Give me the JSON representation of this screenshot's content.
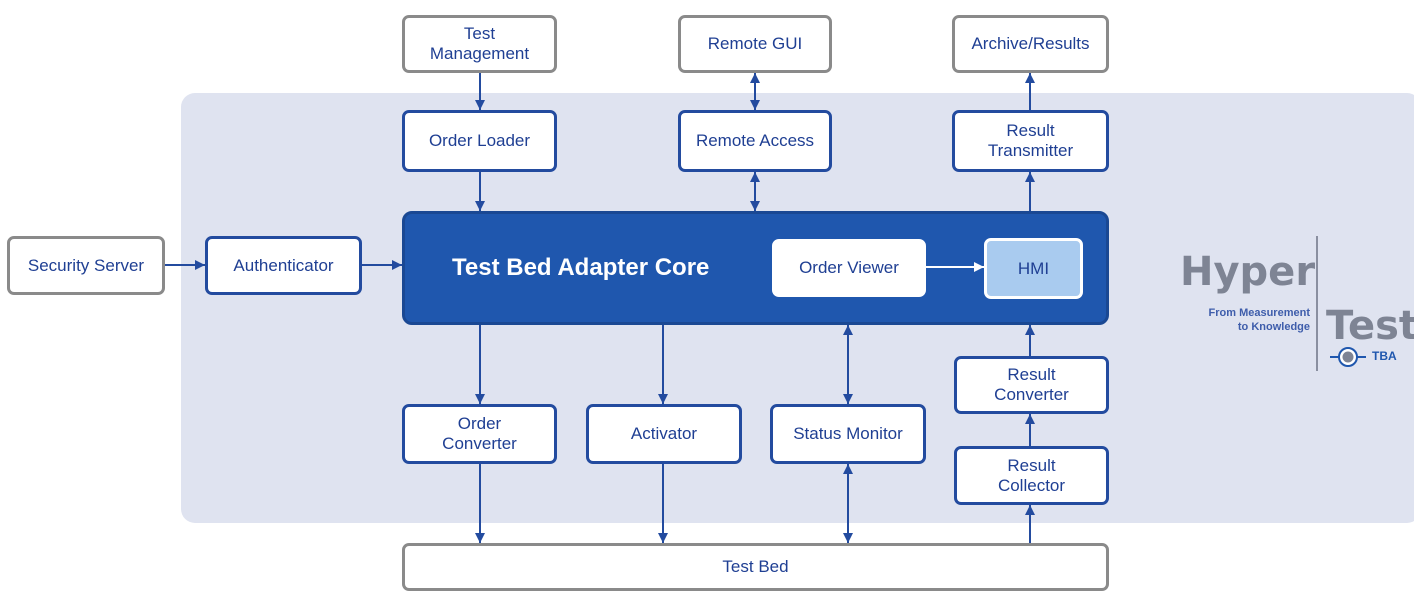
{
  "diagram": {
    "external": {
      "test_management": "Test\nManagement",
      "remote_gui": "Remote GUI",
      "archive_results": "Archive/Results",
      "security_server": "Security Server",
      "test_bed": "Test Bed"
    },
    "internal": {
      "order_loader": "Order Loader",
      "remote_access": "Remote Access",
      "result_transmitter": "Result\nTransmitter",
      "authenticator": "Authenticator",
      "order_converter": "Order\nConverter",
      "activator": "Activator",
      "status_monitor": "Status Monitor",
      "result_converter": "Result\nConverter",
      "result_collector": "Result\nCollector"
    },
    "core": {
      "title": "Test Bed Adapter Core",
      "order_viewer": "Order Viewer",
      "hmi": "HMI"
    }
  },
  "logo": {
    "brand_top": "Hyper",
    "brand_bottom": "Test",
    "tagline": "From Measurement\nto Knowledge",
    "product": "TBA"
  },
  "colors": {
    "panel": "#dfe3f0",
    "core": "#1f57ae",
    "internal_border": "#234b9f",
    "external_border": "#8a8a8a",
    "hmi_fill": "#a9cbef",
    "arrow": "#234b9f",
    "text": "#1f3f93"
  }
}
